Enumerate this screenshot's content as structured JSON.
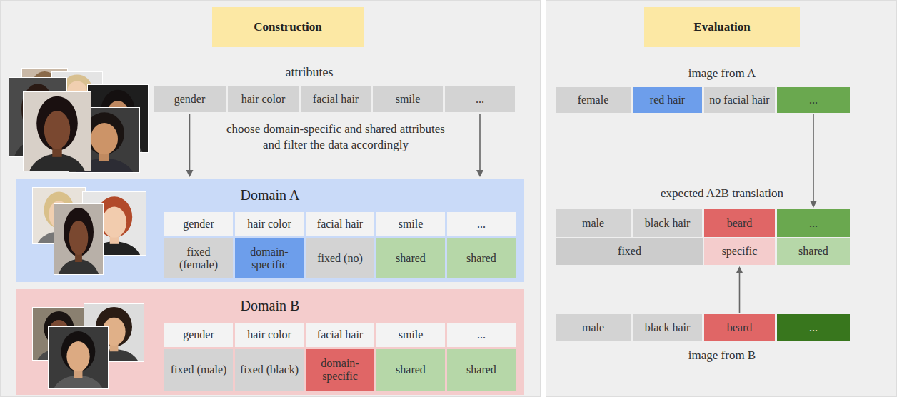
{
  "diagram": {
    "nodes": [
      {
        "text": [
          "Construction"
        ]
      },
      {
        "text": [
          "gender"
        ]
      },
      {
        "text": [
          "hair color"
        ]
      },
      {
        "text": [
          "facial hair"
        ]
      },
      {
        "text": [
          "smile"
        ]
      },
      {
        "text": [
          "..."
        ]
      },
      {
        "text": [
          "Domain A"
        ]
      },
      {
        "text": [
          "gender"
        ],
        "in": 6
      },
      {
        "text": [
          "hair color"
        ],
        "in": 6
      },
      {
        "text": [
          "facial hair"
        ],
        "in": 6
      },
      {
        "text": [
          "smile"
        ],
        "in": 6
      },
      {
        "text": [
          "..."
        ],
        "in": 6
      },
      {
        "text": [
          "fixed (female)"
        ],
        "in": 6
      },
      {
        "text": [
          "domain-specific"
        ],
        "in": 6
      },
      {
        "text": [
          "fixed (no)"
        ],
        "in": 6
      },
      {
        "text": [
          "shared"
        ],
        "in": 6
      },
      {
        "text": [
          "shared"
        ],
        "in": 6
      },
      {
        "text": [
          "Domain B"
        ]
      },
      {
        "text": [
          "gender"
        ],
        "in": 17
      },
      {
        "text": [
          "hair color"
        ],
        "in": 17
      },
      {
        "text": [
          "facial hair"
        ],
        "in": 17
      },
      {
        "text": [
          "smile"
        ],
        "in": 17
      },
      {
        "text": [
          "..."
        ],
        "in": 17
      },
      {
        "text": [
          "fixed (male)"
        ],
        "in": 17
      },
      {
        "text": [
          "fixed (black)"
        ],
        "in": 17
      },
      {
        "text": [
          "domain-specific"
        ],
        "in": 17
      },
      {
        "text": [
          "shared"
        ],
        "in": 17
      },
      {
        "text": [
          "shared"
        ],
        "in": 17
      },
      {
        "text": [
          "Evaluation"
        ]
      },
      {
        "text": [
          "female"
        ]
      },
      {
        "text": [
          "red hair"
        ]
      },
      {
        "text": [
          "no facial hair"
        ]
      },
      {
        "text": [
          "..."
        ]
      },
      {
        "text": [
          "male"
        ]
      },
      {
        "text": [
          "black hair"
        ]
      },
      {
        "text": [
          "beard"
        ]
      },
      {
        "text": [
          "..."
        ]
      },
      {
        "text": [
          "fixed"
        ]
      },
      {
        "text": [
          "specific"
        ]
      },
      {
        "text": [
          "shared"
        ]
      },
      {
        "text": [
          "male"
        ]
      },
      {
        "text": [
          "black hair"
        ]
      },
      {
        "text": [
          "beard"
        ]
      },
      {
        "text": [
          "..."
        ]
      }
    ],
    "edges": [
      {
        "from": 1,
        "to": 6,
        "arrow": "to"
      },
      {
        "from": 5,
        "to": 6,
        "arrow": "to"
      },
      {
        "from": 32,
        "to": 36,
        "arrow": "to"
      },
      {
        "from": 42,
        "to": 38,
        "arrow": "to"
      }
    ],
    "labels": [
      "attributes",
      "choose domain-specific and shared attributes and filter the data accordingly",
      "image from A",
      "expected A2B translation",
      "image from B"
    ]
  }
}
